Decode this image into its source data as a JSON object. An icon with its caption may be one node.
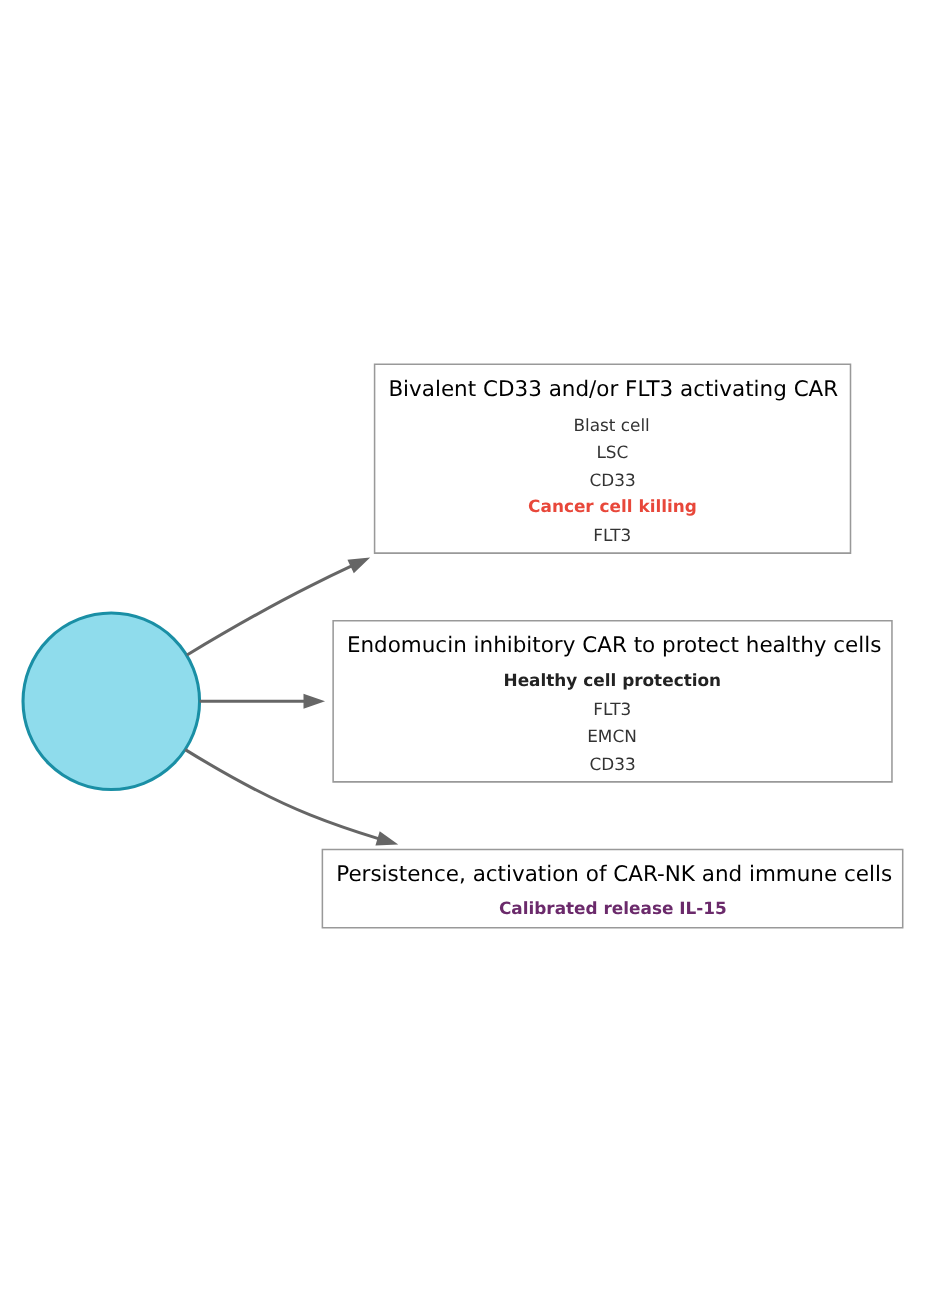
{
  "diagram": {
    "nodes": [
      {
        "text": [],
        "shape": "circle"
      },
      {
        "text": [
          "Bivalent CD33 and/or FLT3 activating CAR",
          "Blast cell",
          "LSC",
          "CD33",
          "Cancer cell killing",
          "FLT3"
        ]
      },
      {
        "text": [
          "Endomucin inhibitory CAR to protect healthy cells",
          "Healthy cell protection",
          "FLT3",
          "EMCN",
          "CD33"
        ]
      },
      {
        "text": [
          "Persistence, activation of CAR-NK and immune cells",
          "Calibrated release IL-15"
        ]
      }
    ],
    "edges": [
      {
        "from": 0,
        "to": 1,
        "arrow": "to"
      },
      {
        "from": 0,
        "to": 2,
        "arrow": "to"
      },
      {
        "from": 0,
        "to": 3,
        "arrow": "to"
      }
    ]
  }
}
